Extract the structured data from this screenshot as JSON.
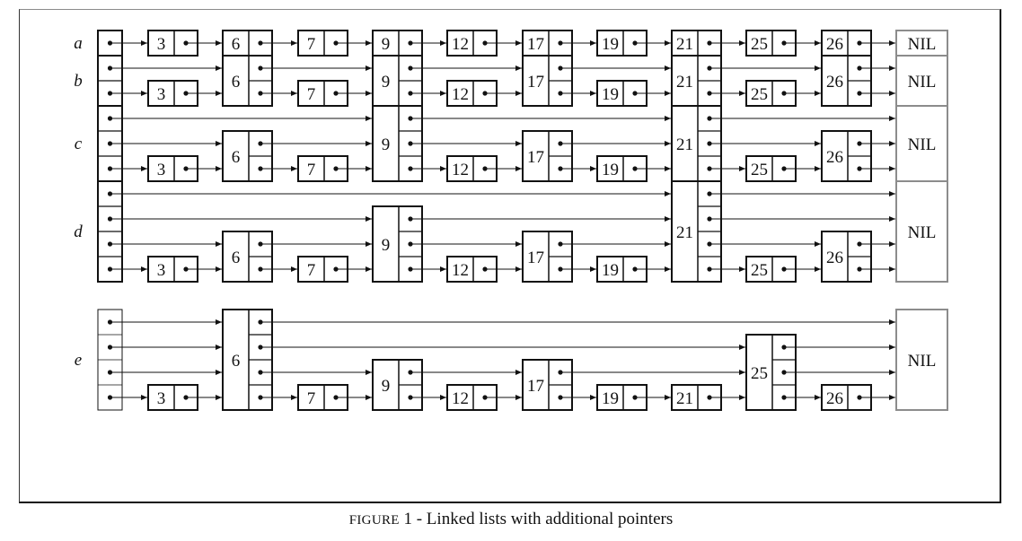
{
  "figure": {
    "caption_prefix": "Figure",
    "caption_number": "1",
    "caption_text": " - Linked lists with additional pointers"
  },
  "nil_label": "NIL",
  "lists": [
    {
      "label": "a",
      "nodes": [
        {
          "key": "",
          "levels": 1
        },
        {
          "key": "3",
          "levels": 1
        },
        {
          "key": "6",
          "levels": 1
        },
        {
          "key": "7",
          "levels": 1
        },
        {
          "key": "9",
          "levels": 1
        },
        {
          "key": "12",
          "levels": 1
        },
        {
          "key": "17",
          "levels": 1
        },
        {
          "key": "19",
          "levels": 1
        },
        {
          "key": "21",
          "levels": 1
        },
        {
          "key": "25",
          "levels": 1
        },
        {
          "key": "26",
          "levels": 1
        }
      ]
    },
    {
      "label": "b",
      "nodes": [
        {
          "key": "",
          "levels": 2
        },
        {
          "key": "3",
          "levels": 1
        },
        {
          "key": "6",
          "levels": 2
        },
        {
          "key": "7",
          "levels": 1
        },
        {
          "key": "9",
          "levels": 2
        },
        {
          "key": "12",
          "levels": 1
        },
        {
          "key": "17",
          "levels": 2
        },
        {
          "key": "19",
          "levels": 1
        },
        {
          "key": "21",
          "levels": 2
        },
        {
          "key": "25",
          "levels": 1
        },
        {
          "key": "26",
          "levels": 2
        }
      ]
    },
    {
      "label": "c",
      "nodes": [
        {
          "key": "",
          "levels": 3
        },
        {
          "key": "3",
          "levels": 1
        },
        {
          "key": "6",
          "levels": 2
        },
        {
          "key": "7",
          "levels": 1
        },
        {
          "key": "9",
          "levels": 3
        },
        {
          "key": "12",
          "levels": 1
        },
        {
          "key": "17",
          "levels": 2
        },
        {
          "key": "19",
          "levels": 1
        },
        {
          "key": "21",
          "levels": 3
        },
        {
          "key": "25",
          "levels": 1
        },
        {
          "key": "26",
          "levels": 2
        }
      ]
    },
    {
      "label": "d",
      "nodes": [
        {
          "key": "",
          "levels": 4
        },
        {
          "key": "3",
          "levels": 1
        },
        {
          "key": "6",
          "levels": 2
        },
        {
          "key": "7",
          "levels": 1
        },
        {
          "key": "9",
          "levels": 3
        },
        {
          "key": "12",
          "levels": 1
        },
        {
          "key": "17",
          "levels": 2
        },
        {
          "key": "19",
          "levels": 1
        },
        {
          "key": "21",
          "levels": 4
        },
        {
          "key": "25",
          "levels": 1
        },
        {
          "key": "26",
          "levels": 2
        }
      ]
    },
    {
      "label": "e",
      "nodes": [
        {
          "key": "",
          "levels": 4
        },
        {
          "key": "3",
          "levels": 1
        },
        {
          "key": "6",
          "levels": 4
        },
        {
          "key": "7",
          "levels": 1
        },
        {
          "key": "9",
          "levels": 2
        },
        {
          "key": "12",
          "levels": 1
        },
        {
          "key": "17",
          "levels": 2
        },
        {
          "key": "19",
          "levels": 1
        },
        {
          "key": "21",
          "levels": 1
        },
        {
          "key": "25",
          "levels": 3
        },
        {
          "key": "26",
          "levels": 1
        }
      ]
    }
  ]
}
